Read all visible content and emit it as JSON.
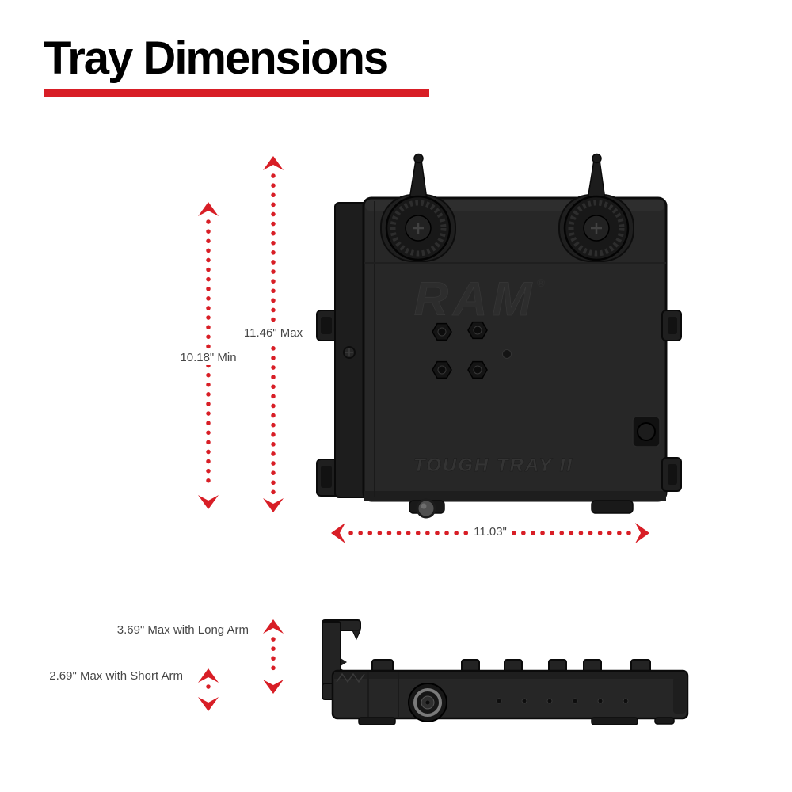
{
  "page": {
    "title": "Tray Dimensions"
  },
  "colors": {
    "accent_red": "#D81E26",
    "label_text": "#474747",
    "tray_body": "#272727",
    "background": "#FFFFFF"
  },
  "dimensions": {
    "height_min": "10.18\" Min",
    "height_max": "11.46\" Max",
    "width": "11.03\"",
    "long_arm": "3.69\" Max with Long Arm",
    "short_arm": "2.69\" Max with Short Arm"
  },
  "top_view": {
    "brand_embossed": "RAM",
    "brand_registered_mark": "®",
    "model_embossed": "TOUGH TRAY II"
  }
}
